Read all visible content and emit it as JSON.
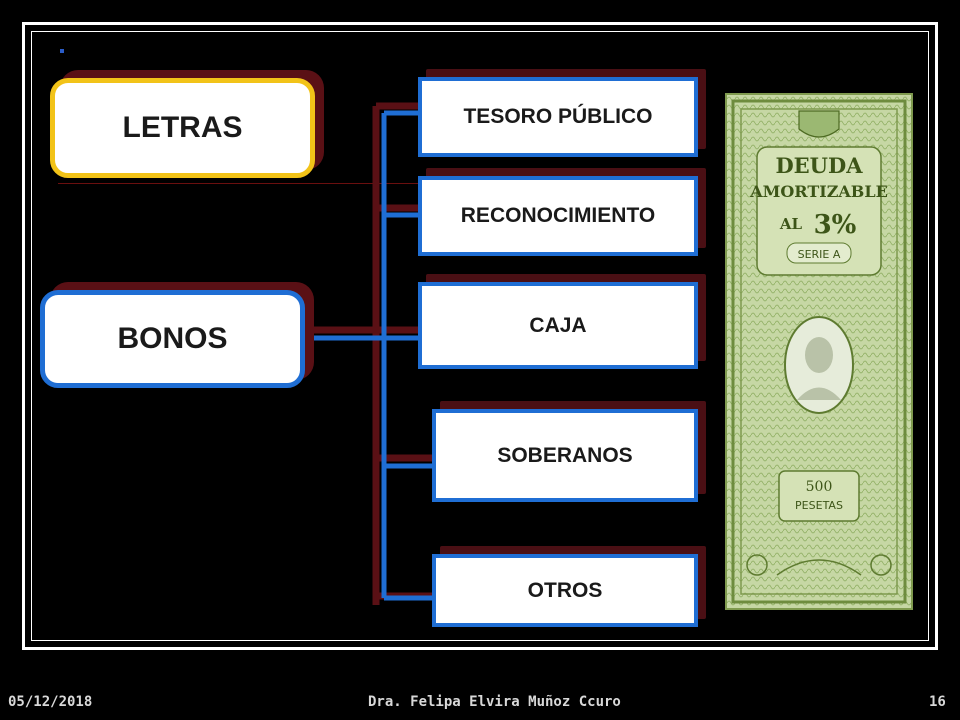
{
  "diagram": {
    "left_boxes": {
      "letras": "LETRAS",
      "bonos": "BONOS"
    },
    "bonos_types": [
      "TESORO PÚBLICO",
      "RECONOCIMIENTO",
      "CAJA",
      "SOBERANOS",
      "OTROS"
    ]
  },
  "bond_image": {
    "line1": "DEUDA",
    "line2": "AMORTIZABLE",
    "line3_al": "AL",
    "line3_pct": "3%",
    "serie": "SERIE A",
    "value": "500",
    "currency": "PESETAS"
  },
  "footer": {
    "date": "05/12/2018",
    "author": "Dra. Felipa  Elvira Muñoz Ccuro",
    "page": "16"
  },
  "colors": {
    "letras_border": "#f2c318",
    "bonos_border": "#1f6ed4",
    "background": "#000000",
    "shadow": "#4a0f14"
  }
}
